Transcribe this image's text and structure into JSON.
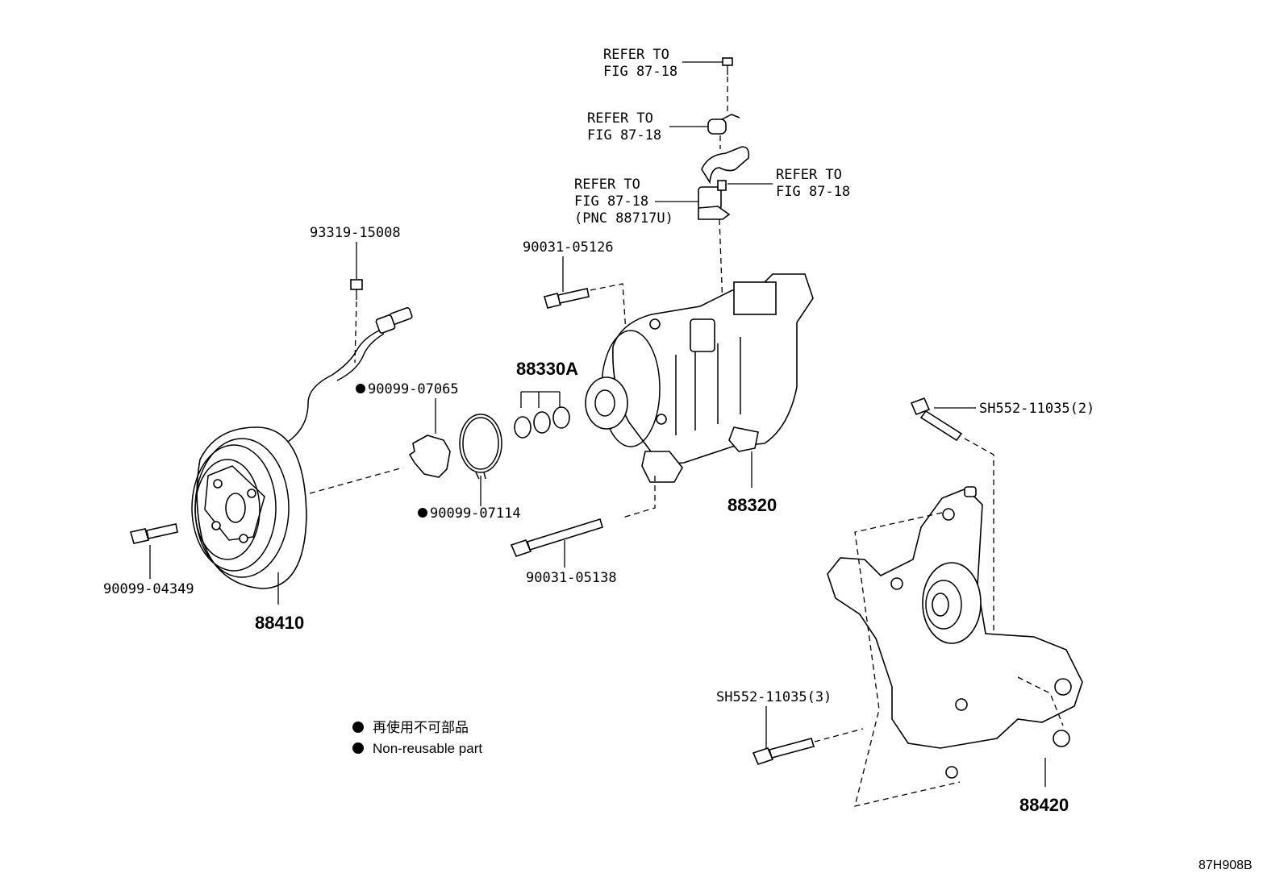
{
  "diagram_code": "87H908B",
  "callouts": {
    "refer1": [
      "REFER TO",
      "FIG 87-18"
    ],
    "refer2": [
      "REFER TO",
      "FIG 87-18"
    ],
    "refer3": [
      "REFER TO",
      "FIG 87-18",
      "(PNC 88717U)"
    ],
    "refer4": [
      "REFER TO",
      "FIG 87-18"
    ],
    "p93319": "93319-15008",
    "p90031_05126": "90031-05126",
    "p88330A": "88330A",
    "p90099_07065": "90099-07065",
    "p90099_07114": "90099-07114",
    "p88320": "88320",
    "p90031_05138": "90031-05138",
    "p90099_04349": "90099-04349",
    "p88410": "88410",
    "pSH552_2": "SH552-11035(2)",
    "pSH552_3": "SH552-11035(3)",
    "p88420": "88420"
  },
  "legend": {
    "line1": "再使用不可部品",
    "line2": "Non-reusable part"
  }
}
